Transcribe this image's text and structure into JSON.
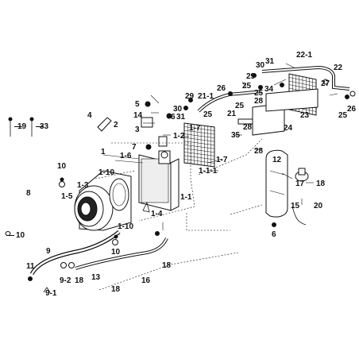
{
  "labels": {
    "l1": "1",
    "l1_1": "1-1",
    "l1_1_1": "1-1-1",
    "l1_2": "1-2",
    "l1_3": "1-3",
    "l1_4": "1-4",
    "l1_5": "1-5",
    "l1_6": "1-6",
    "l1_7a": "1-7",
    "l1_7b": "1-7",
    "l1_10a": "1-10",
    "l1_10b": "1-10",
    "l2": "2",
    "l3": "3",
    "l4": "4",
    "l5": "5",
    "l6": "6",
    "l7": "7",
    "l8": "8",
    "l9": "9",
    "l9_1": "9-1",
    "l9_2": "9-2",
    "l10a": "10",
    "l10b": "10",
    "l10c": "10",
    "l11": "11",
    "l12": "12",
    "l13": "13",
    "l14": "14",
    "l15": "15",
    "l16": "16",
    "l17": "17",
    "l18a": "18",
    "l18b": "18",
    "l18c": "18",
    "l18d": "18",
    "l19": "19",
    "l20": "20",
    "l21": "21",
    "l21_1": "21-1",
    "l22": "22",
    "l22_1": "22-1",
    "l23": "23",
    "l24": "24",
    "l25a": "25",
    "l25b": "25",
    "l25c": "25",
    "l25d": "25",
    "l26a": "26",
    "l26b": "26",
    "l27": "27",
    "l28a": "28",
    "l28b": "28",
    "l28c": "28",
    "l29a": "29",
    "l29b": "29",
    "l30a": "30",
    "l30b": "30",
    "l31a": "31",
    "l31b": "31",
    "l33": "33",
    "l34": "34",
    "l35": "35"
  }
}
